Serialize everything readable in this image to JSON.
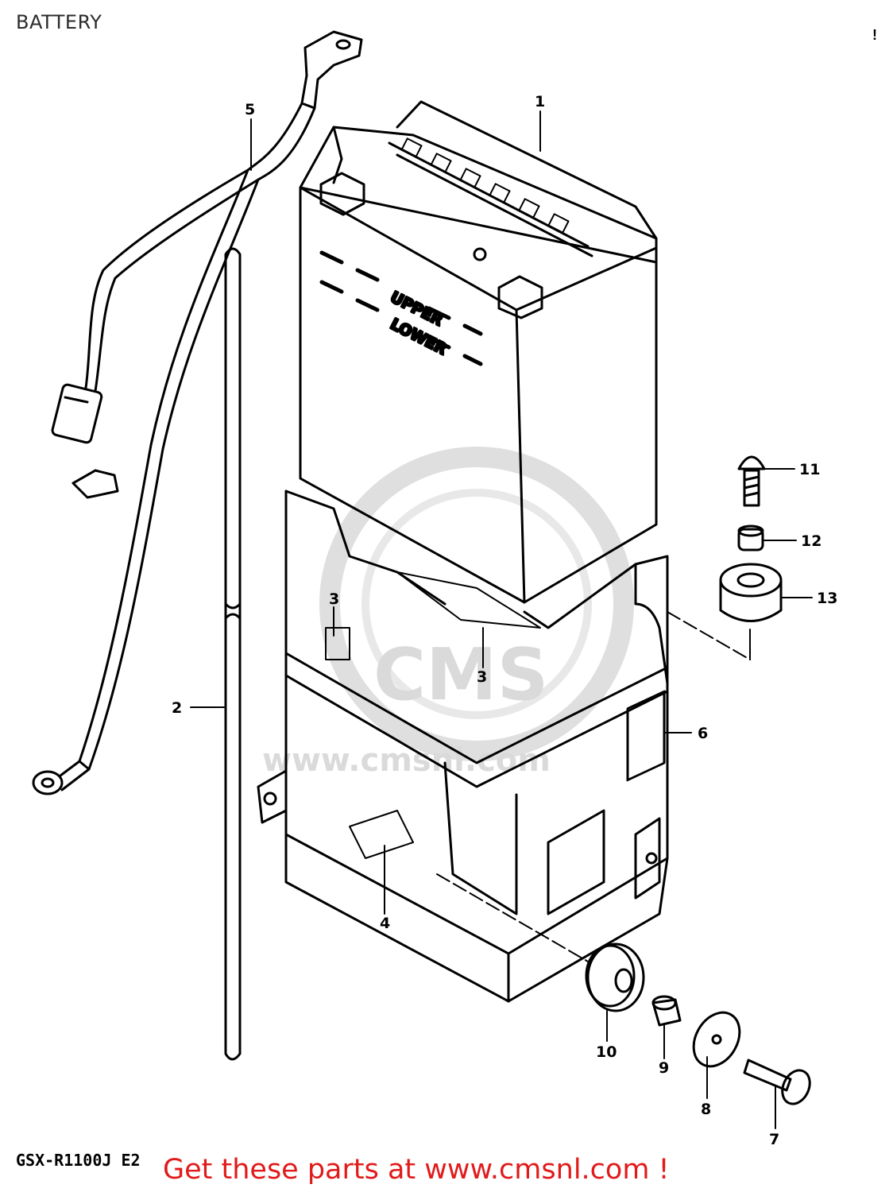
{
  "page": {
    "title": "BATTERY",
    "model_code": "GSX-R1100J E2",
    "corner_mark": "!"
  },
  "callouts": [
    "1",
    "2",
    "3",
    "3",
    "4",
    "5",
    "6",
    "7",
    "8",
    "9",
    "10",
    "11",
    "12",
    "13"
  ],
  "battery_markings": {
    "upper_level": "UPPER",
    "lower_level": "LOWER"
  },
  "watermark": {
    "logo_text": "CMS",
    "url_text": "www.cmsnl.com"
  },
  "cta": {
    "text": "Get these parts at www.cmsnl.com !",
    "color": "#e11a1a"
  }
}
